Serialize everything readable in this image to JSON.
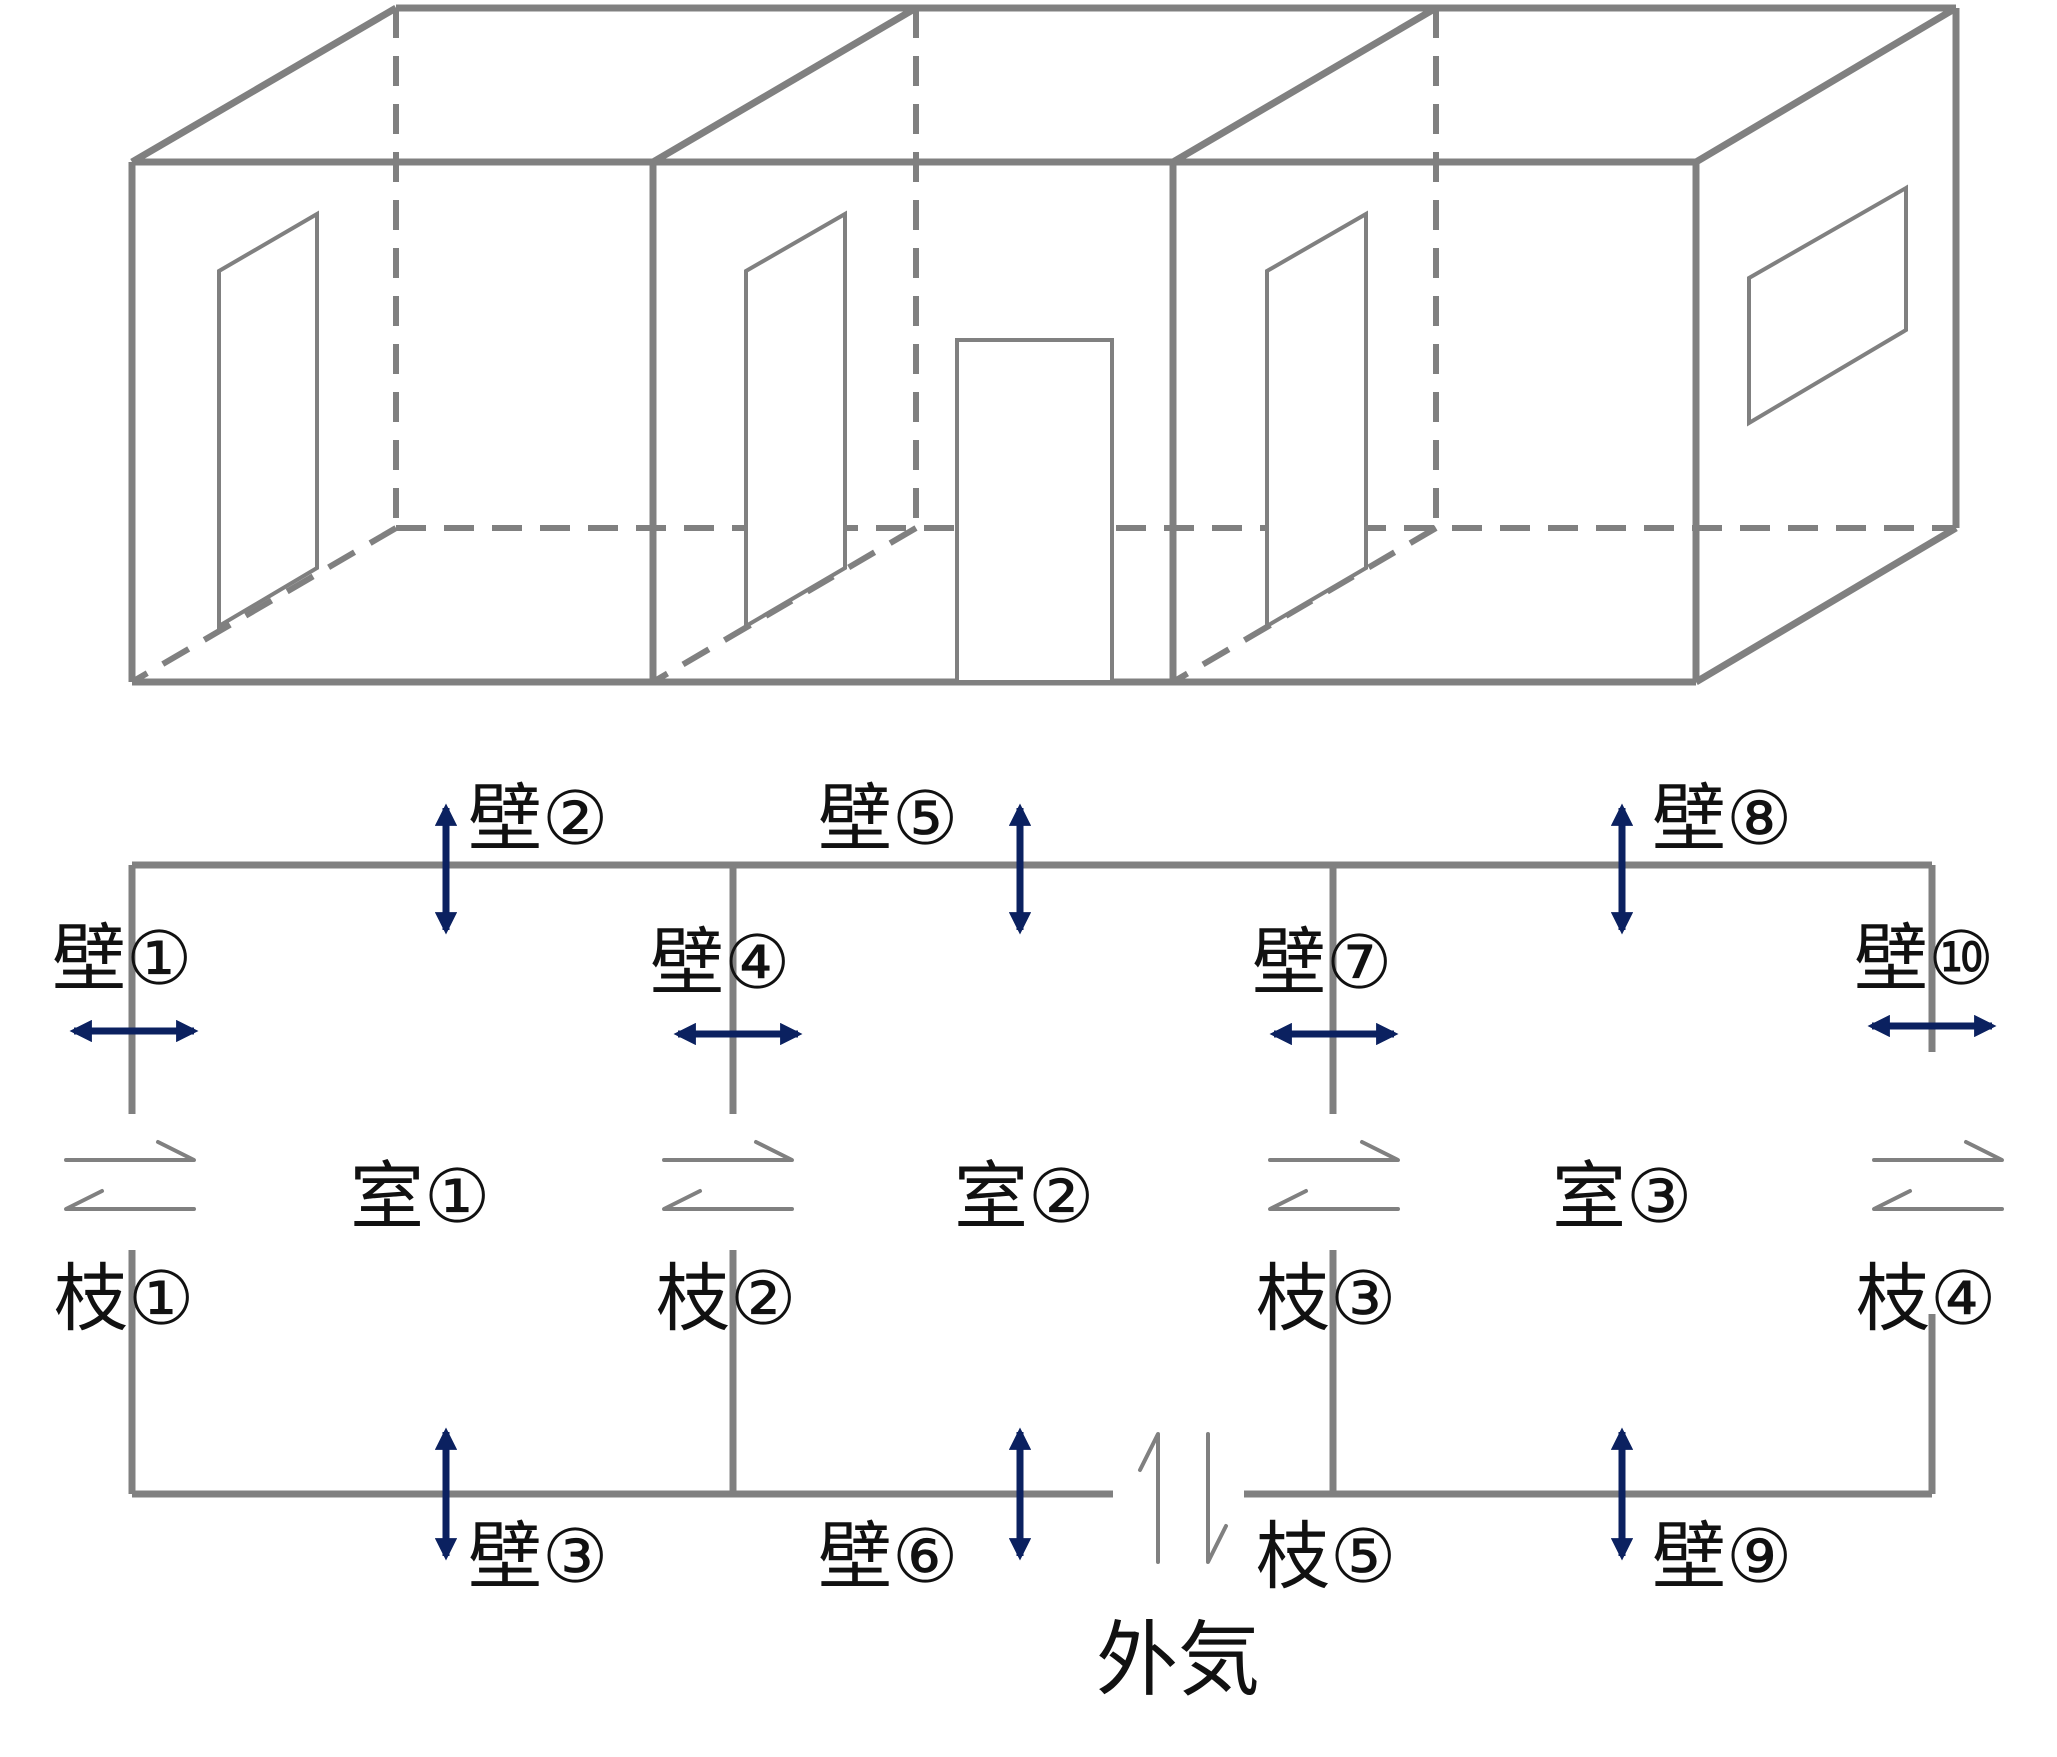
{
  "colors": {
    "structure": "#808080",
    "dashed": "#808080",
    "wall_arrow": "#0b2160",
    "branch_arrow": "#808080",
    "text": "#111111"
  },
  "building_3d": {
    "rooms": 3,
    "openings": [
      "door",
      "door",
      "door",
      "front-door",
      "window"
    ]
  },
  "plan": {
    "rooms": [
      {
        "label": "室①"
      },
      {
        "label": "室②"
      },
      {
        "label": "室③"
      }
    ],
    "walls": [
      {
        "label": "壁①"
      },
      {
        "label": "壁②"
      },
      {
        "label": "壁③"
      },
      {
        "label": "壁④"
      },
      {
        "label": "壁⑤"
      },
      {
        "label": "壁⑥"
      },
      {
        "label": "壁⑦"
      },
      {
        "label": "壁⑧"
      },
      {
        "label": "壁⑨"
      },
      {
        "label": "壁⑩"
      }
    ],
    "branches": [
      {
        "label": "枝①"
      },
      {
        "label": "枝②"
      },
      {
        "label": "枝③"
      },
      {
        "label": "枝④"
      },
      {
        "label": "枝⑤"
      }
    ],
    "outside_label": "外気"
  }
}
